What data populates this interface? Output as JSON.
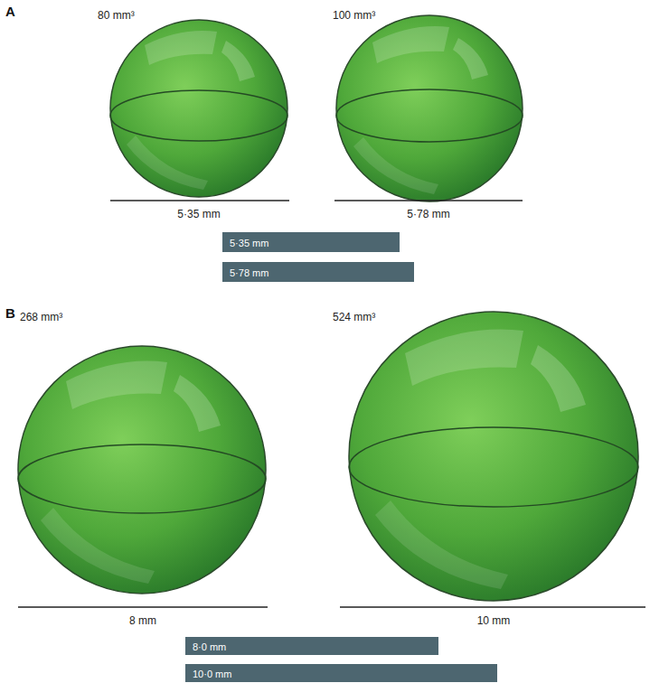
{
  "diagram": {
    "nodes": [
      {
        "text": [
          "5·35 mm"
        ]
      },
      {
        "text": [
          "5·78 mm"
        ]
      },
      {
        "text": [
          "8·0 mm"
        ]
      },
      {
        "text": [
          "10·0 mm"
        ]
      }
    ],
    "edges": [],
    "labels": [
      "A",
      "80 mm³",
      "100 mm³",
      "5·35 mm",
      "5·78 mm",
      "B",
      "268 mm³",
      "524 mm³",
      "8 mm",
      "10 mm"
    ]
  }
}
